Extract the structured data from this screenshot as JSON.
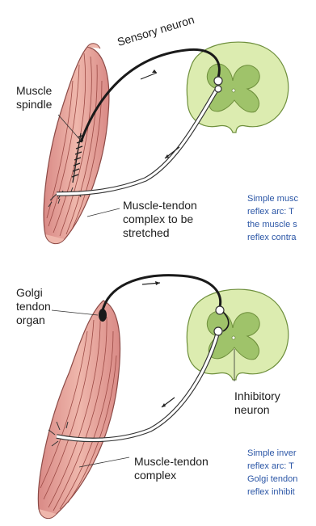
{
  "top_diagram": {
    "sensory_neuron_label": "Sensory neuron",
    "muscle_spindle_label": [
      "Muscle",
      "spindle"
    ],
    "muscle_tendon_label": [
      "Muscle-tendon",
      "complex to be",
      "stretched"
    ],
    "caption_lines": [
      "Simple musc",
      "reflex arc: T",
      "the muscle s",
      "reflex contra"
    ]
  },
  "bottom_diagram": {
    "golgi_label": [
      "Golgi",
      "tendon",
      "organ"
    ],
    "inhibitory_label": [
      "Inhibitory",
      "neuron"
    ],
    "muscle_tendon_label": [
      "Muscle-tendon",
      "complex"
    ],
    "caption_lines": [
      "Simple inver",
      "reflex arc: T",
      "Golgi tendon",
      "reflex inhibit"
    ]
  },
  "colors": {
    "muscle_fill": "#e9aaa0",
    "muscle_fiber": "#9c4a45",
    "spinal_white_matter": "#dcecb0",
    "spinal_gray_matter": "#9fc36a",
    "nerve_dark": "#1a1a1a",
    "nerve_light": "#ffffff",
    "caption_blue": "#2b56a6"
  }
}
